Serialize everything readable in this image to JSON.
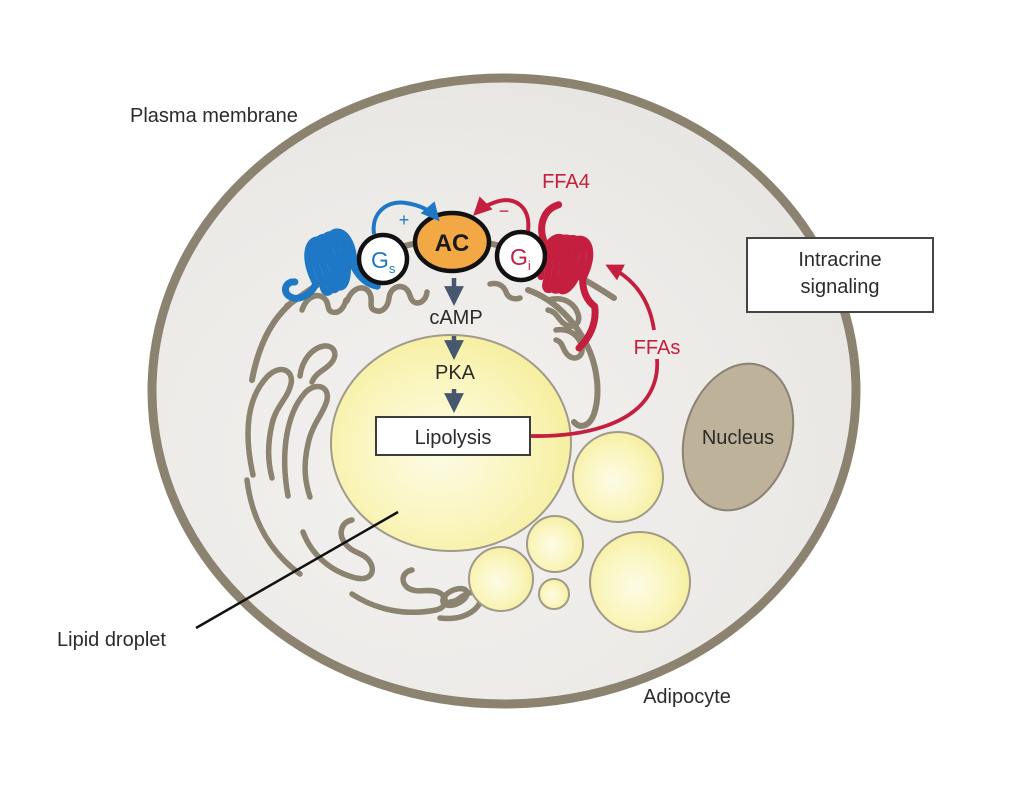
{
  "diagram": {
    "title_context": "FFA4 intracrine signaling in an adipocyte",
    "labels": {
      "plasma_membrane": "Plasma membrane",
      "ffa4": "FFA4",
      "ac": "AC",
      "plus_sign": "+",
      "minus_sign": "−",
      "camp": "cAMP",
      "pka": "PKA",
      "lipolysis": "Lipolysis",
      "ffas": "FFAs",
      "nucleus": "Nucleus",
      "lipid_droplet": "Lipid droplet",
      "adipocyte": "Adipocyte",
      "g_stimulatory": {
        "letter": "G",
        "subscript": "s"
      },
      "g_inhibitory": {
        "letter": "G",
        "subscript": "i"
      },
      "intracrine": {
        "line1": "Intracrine",
        "line2": "signaling"
      }
    },
    "colors": {
      "stimulatory_blue": "#1f78c6",
      "inhibitory_red": "#c41f3e",
      "ac_orange": "#f2a844",
      "pathway_arrow_slate": "#46586d",
      "membrane_olive": "#8b8270",
      "cell_fill_gray": "#e9e7e4",
      "lipid_droplet_yellow": "#f2e98a",
      "lipid_droplet_pale": "#fdfbe6",
      "nucleus_tan": "#beb29a",
      "box_background": "#ffffff",
      "text_dark": "#2b2b2b"
    }
  }
}
